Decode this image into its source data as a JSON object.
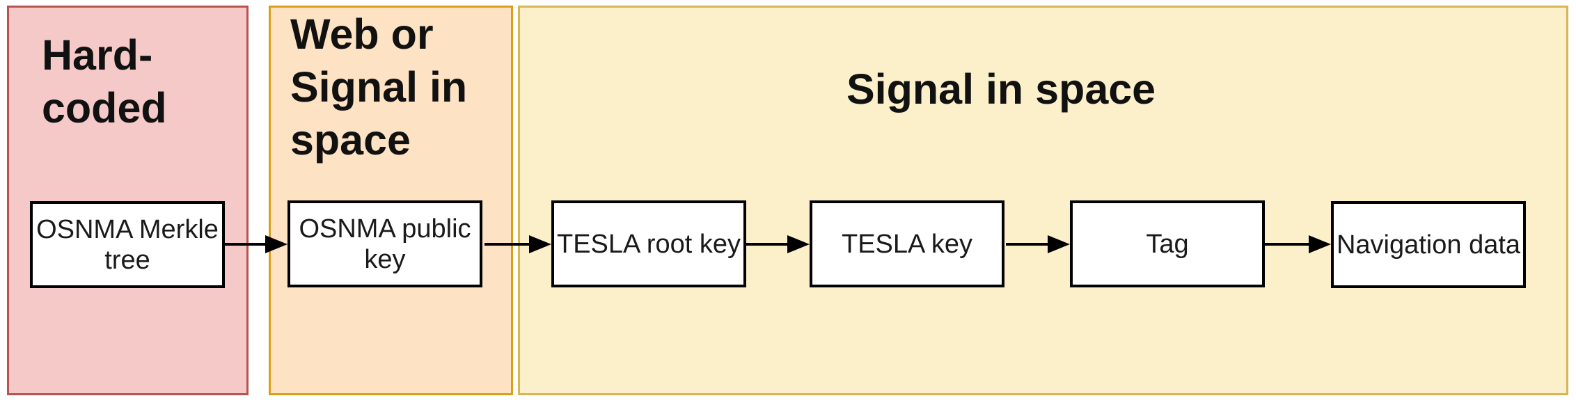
{
  "diagram_type": "flow",
  "regions": [
    {
      "title": "Hard-\ncoded",
      "fill": "#F5C9C7",
      "stroke": "#B85450"
    },
    {
      "title": "Web or\nSignal in\nspace",
      "fill": "#FDE2C4",
      "stroke": "#DB9E18"
    },
    {
      "title": "Signal in space",
      "fill": "#FCF0CB",
      "stroke": "#D6B656"
    }
  ],
  "nodes": [
    {
      "label": "OSNMA Merkle tree",
      "region": "Hard-coded"
    },
    {
      "label": "OSNMA public key",
      "region": "Web or Signal in space"
    },
    {
      "label": "TESLA root key",
      "region": "Signal in space"
    },
    {
      "label": "TESLA key",
      "region": "Signal in space"
    },
    {
      "label": "Tag",
      "region": "Signal in space"
    },
    {
      "label": "Navigation data",
      "region": "Signal in space"
    }
  ],
  "edges": [
    {
      "from": "OSNMA Merkle tree",
      "to": "OSNMA public key"
    },
    {
      "from": "OSNMA public key",
      "to": "TESLA root key"
    },
    {
      "from": "TESLA root key",
      "to": "TESLA key"
    },
    {
      "from": "TESLA key",
      "to": "Tag"
    },
    {
      "from": "Tag",
      "to": "Navigation data"
    }
  ],
  "node_style": {
    "fill": "#FFFFFF",
    "stroke": "#000000"
  },
  "arrow_color": "#000000"
}
